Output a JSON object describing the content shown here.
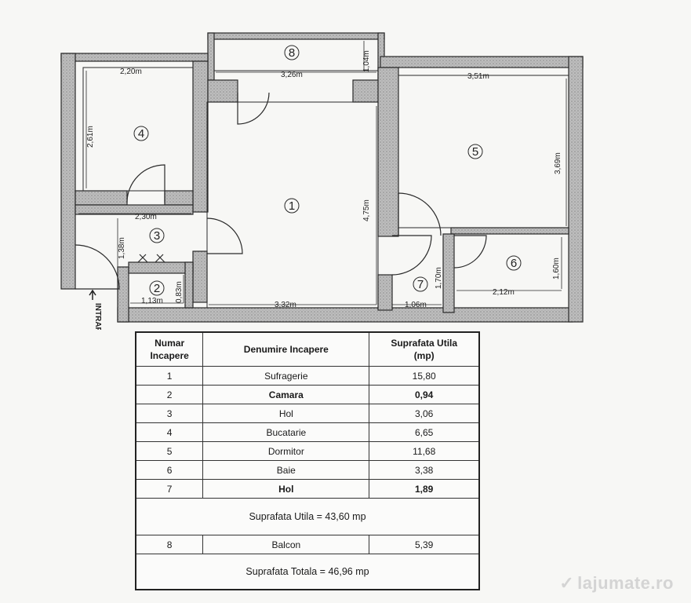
{
  "plan": {
    "rooms": [
      {
        "id": "1",
        "label": "1"
      },
      {
        "id": "2",
        "label": "2"
      },
      {
        "id": "3",
        "label": "3"
      },
      {
        "id": "4",
        "label": "4"
      },
      {
        "id": "5",
        "label": "5"
      },
      {
        "id": "6",
        "label": "6"
      },
      {
        "id": "7",
        "label": "7"
      },
      {
        "id": "8",
        "label": "8"
      }
    ],
    "dimensions": {
      "d1": "2,20m",
      "d2": "3,26m",
      "d3": "1,04m",
      "d4": "3,51m",
      "d5": "2,61m",
      "d6": "4,75m",
      "d7": "3,69m",
      "d8": "2,30m",
      "d9": "1,38m",
      "d10": "1,70m",
      "d11": "1,60m",
      "d12": "1,13m",
      "d13": "0,83m",
      "d14": "2,12m",
      "d15": "3,32m",
      "d16": "1,06m"
    },
    "entrance_label": "INTRARE"
  },
  "table": {
    "headers": {
      "number": [
        "Numar",
        "Incapere"
      ],
      "name": "Denumire Incapere",
      "area": [
        "Suprafata Utila",
        "(mp)"
      ]
    },
    "rows": [
      {
        "number": "1",
        "name": "Sufragerie",
        "area": "15,80"
      },
      {
        "number": "2",
        "name": "Camara",
        "area": "0,94"
      },
      {
        "number": "3",
        "name": "Hol",
        "area": "3,06"
      },
      {
        "number": "4",
        "name": "Bucatarie",
        "area": "6,65"
      },
      {
        "number": "5",
        "name": "Dormitor",
        "area": "11,68"
      },
      {
        "number": "6",
        "name": "Baie",
        "area": "3,38"
      },
      {
        "number": "7",
        "name": "Hol",
        "area": "1,89"
      }
    ],
    "useful_area": "Suprafata Utila = 43,60 mp",
    "balcony": {
      "number": "8",
      "name": "Balcon",
      "area": "5,39"
    },
    "total_area": "Suprafata Totala = 46,96 mp"
  },
  "watermark": "lajumate.ro"
}
